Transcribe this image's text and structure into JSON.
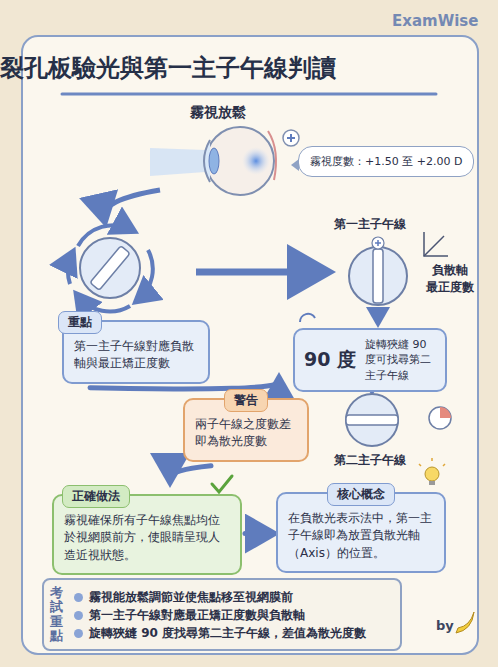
{
  "diagram": {
    "title": "裂孔板驗光與第一主子午線判讀",
    "nodes": [
      {
        "text": [
          "霧視度數：+1.50 至 +2.00 D"
        ]
      },
      {
        "text": [
          "重點",
          "第一主子午線對應負散軸與最正矯正度數"
        ]
      },
      {
        "text": [
          "90 度",
          "旋轉狹縫 90 度可找尋第二主子午線"
        ]
      },
      {
        "text": [
          "警告",
          "兩子午線之度數差即為散光度數"
        ]
      },
      {
        "text": [
          "正確做法",
          "霧視確保所有子午線焦點均位於視網膜前方，使眼睛呈現人造近視狀態。"
        ]
      },
      {
        "text": [
          "核心概念",
          "在負散光表示法中，第一主子午線即為放置負散光軸（Axis）的位置。"
        ]
      },
      {
        "text": [
          "考試重點",
          "霧視能放鬆調節並使焦點移至視網膜前",
          "第一主子午線對應最正矯正度數與負散軸",
          "旋轉狹縫 90 度找尋第二主子午線，差值為散光度數"
        ]
      }
    ],
    "edges": [
      {
        "from": 1,
        "to": 3,
        "arrow": "to"
      },
      {
        "from": 3,
        "to": 4,
        "arrow": "to"
      },
      {
        "from": 4,
        "to": 5,
        "arrow": "to"
      }
    ],
    "labels": [
      "ExamWise",
      "霧視放鬆",
      "第一主子午線",
      "負散軸 最正度數",
      "第二主子午線",
      "by"
    ]
  }
}
